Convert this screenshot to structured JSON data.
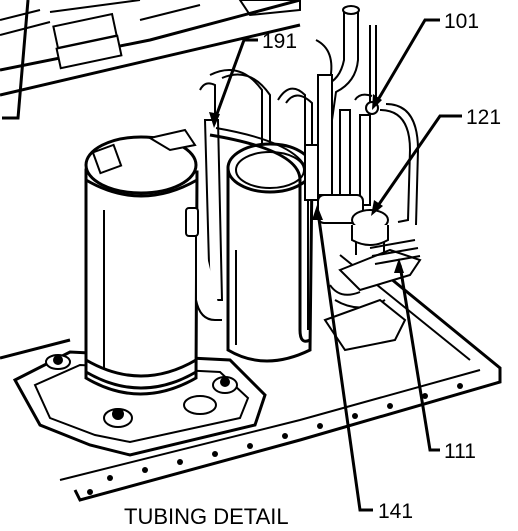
{
  "figure": {
    "caption": "TUBING DETAIL",
    "callouts": {
      "c191": "191",
      "c101": "101",
      "c121": "121",
      "c111": "111",
      "c141": "141"
    }
  }
}
